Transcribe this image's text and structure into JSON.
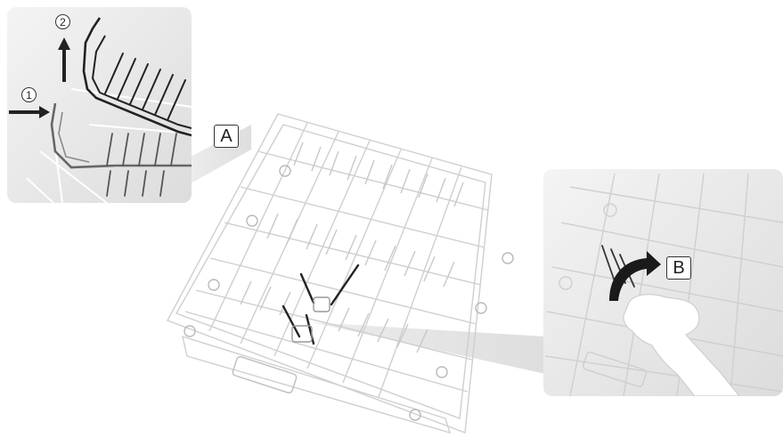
{
  "callouts": {
    "a": "A",
    "b": "B"
  },
  "steps": {
    "one": "1",
    "two": "2"
  },
  "colors": {
    "wire": "#cfcfcf",
    "dark_wire": "#333333",
    "panel_bg": "#e9e9e9",
    "arrow": "#222222"
  }
}
